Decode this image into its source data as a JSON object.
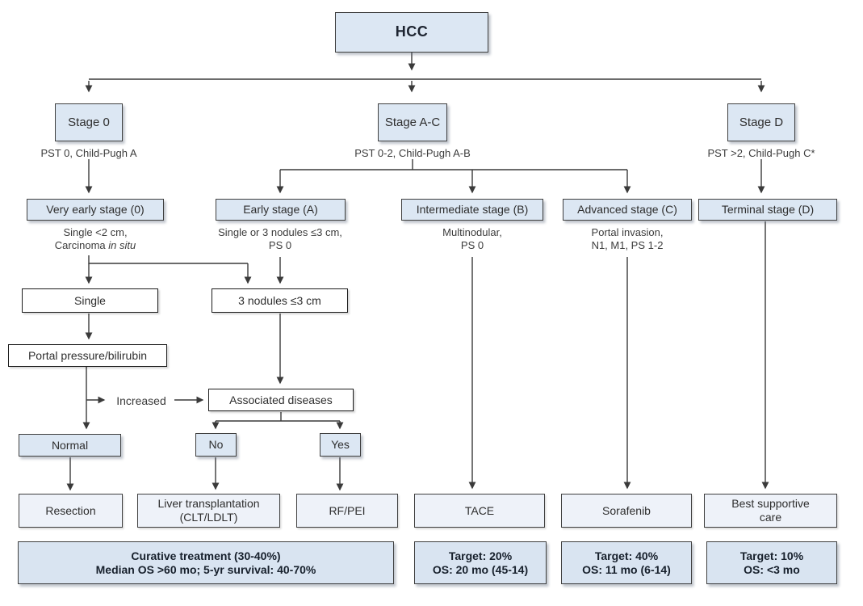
{
  "root": {
    "label": "HCC"
  },
  "stages": [
    {
      "label": "Stage 0",
      "caption": "PST 0, Child-Pugh A"
    },
    {
      "label": "Stage A-C",
      "caption": "PST 0-2, Child-Pugh A-B"
    },
    {
      "label": "Stage D",
      "caption": "PST >2, Child-Pugh C*"
    }
  ],
  "substages": [
    {
      "label": "Very early stage (0)",
      "caption1": "Single <2 cm,",
      "caption2a": "Carcinoma ",
      "caption2b": "in situ"
    },
    {
      "label": "Early stage (A)",
      "caption1": "Single or 3 nodules ≤3 cm,",
      "caption2": "PS 0"
    },
    {
      "label": "Intermediate stage (B)",
      "caption1": "Multinodular,",
      "caption2": "PS 0"
    },
    {
      "label": "Advanced stage (C)",
      "caption1": "Portal invasion,",
      "caption2": "N1, M1, PS 1-2"
    },
    {
      "label": "Terminal stage (D)"
    }
  ],
  "workup": {
    "single": "Single",
    "nodules": "3 nodules ≤3 cm",
    "portal_pressure": "Portal pressure/bilirubin",
    "increased": "Increased",
    "associated_diseases": "Associated diseases",
    "normal": "Normal",
    "no": "No",
    "yes": "Yes"
  },
  "treatments": {
    "resection": "Resection",
    "transplant_line1": "Liver transplantation",
    "transplant_line2": "(CLT/LDLT)",
    "rf_pei": "RF/PEI",
    "tace": "TACE",
    "sorafenib": "Sorafenib",
    "bsc_line1": "Best supportive",
    "bsc_line2": "care"
  },
  "outcomes": [
    {
      "line1": "Curative treatment (30-40%)",
      "line2": "Median OS >60 mo; 5-yr survival: 40-70%"
    },
    {
      "line1": "Target: 20%",
      "line2": "OS: 20 mo (45-14)"
    },
    {
      "line1": "Target: 40%",
      "line2": "OS: 11 mo (6-14)"
    },
    {
      "line1": "Target: 10%",
      "line2": "OS: <3 mo"
    }
  ],
  "colors": {
    "node_fill": "#dce7f3",
    "treatment_fill": "#eef2f9",
    "white_fill": "#ffffff",
    "border": "#3f3f3f",
    "line": "#3a3a3a"
  }
}
